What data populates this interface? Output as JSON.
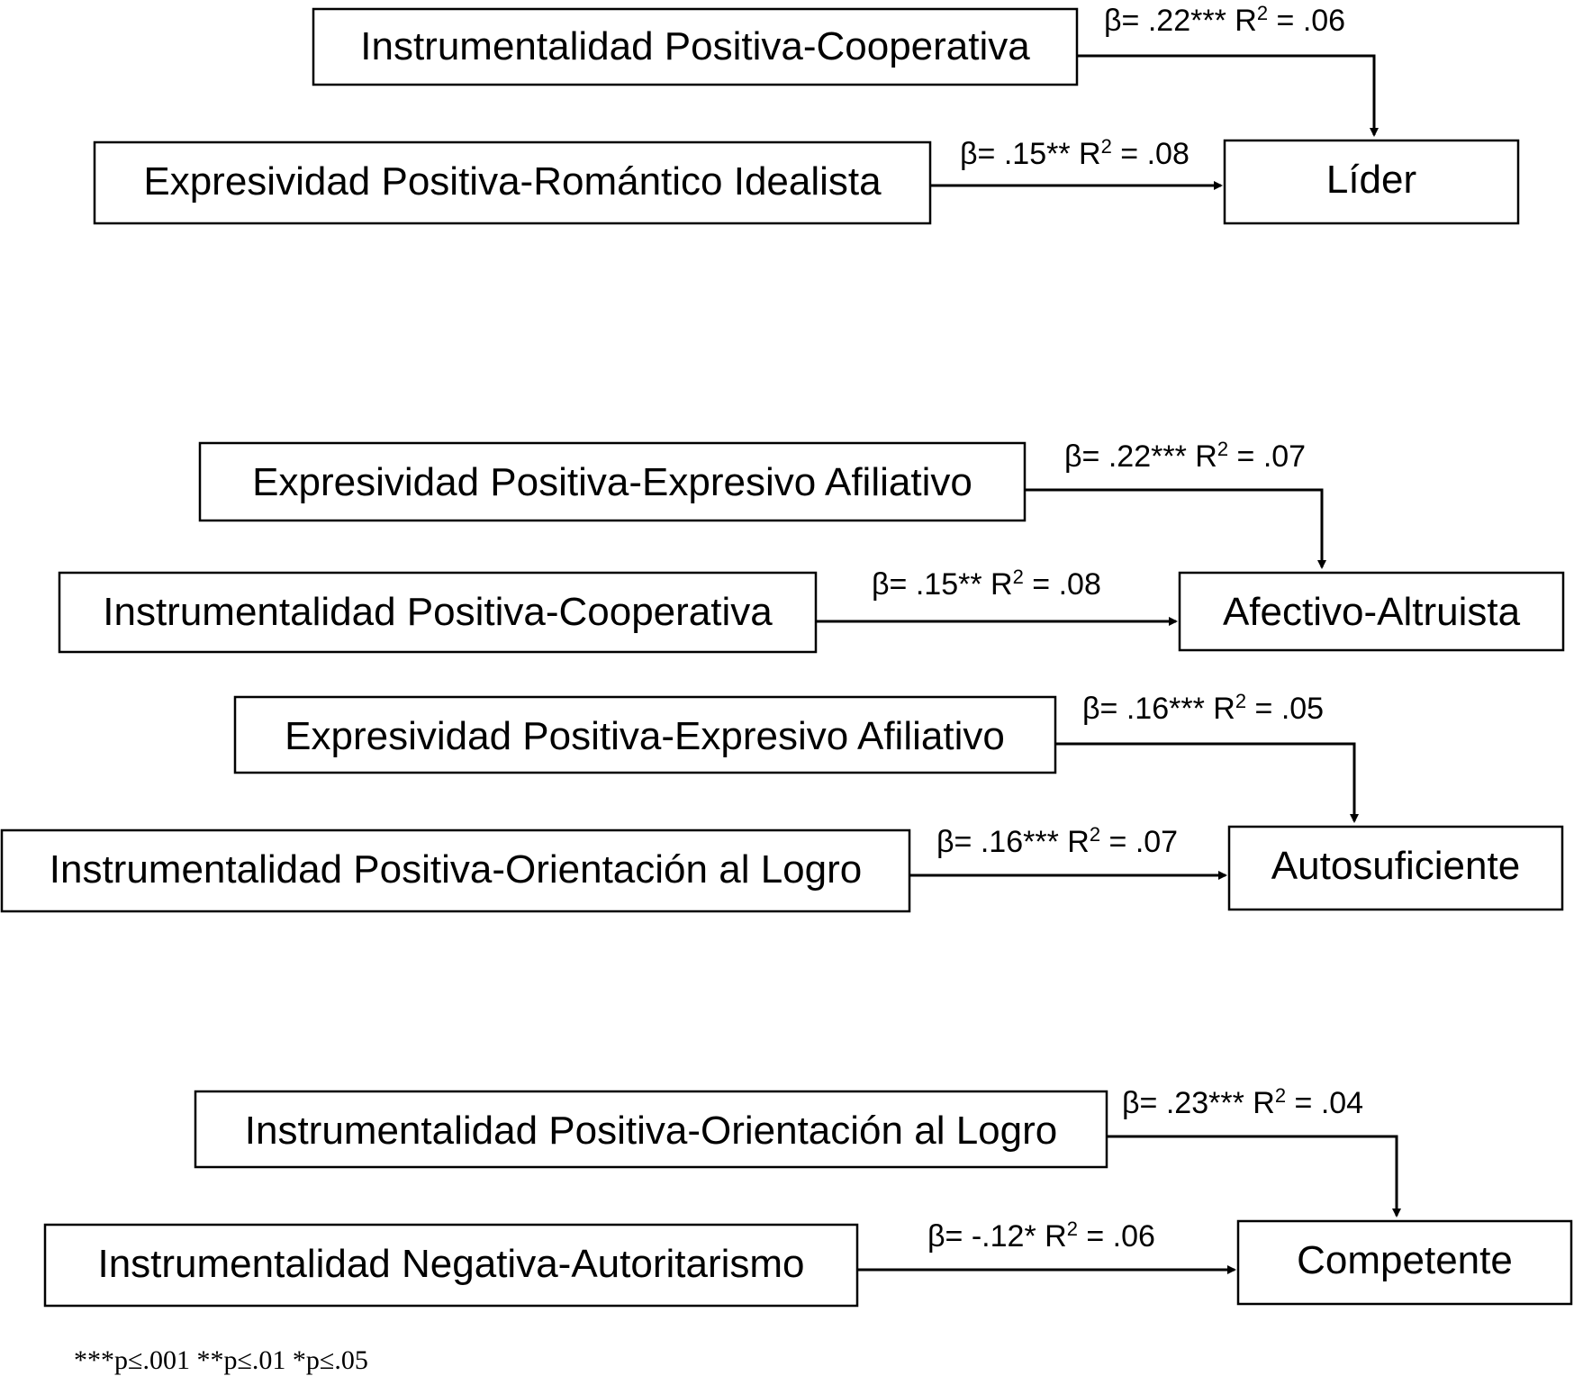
{
  "nodes": {
    "p1_instr_coop": "Instrumentalidad Positiva-Cooperativa",
    "p1_expr_rom": "Expresividad Positiva-Romántico Idealista",
    "lider": "Líder",
    "p2_expr_afil": "Expresividad Positiva-Expresivo Afiliativo",
    "p2_instr_coop": "Instrumentalidad Positiva-Cooperativa",
    "afectivo": "Afectivo-Altruista",
    "p3_expr_afil": "Expresividad Positiva-Expresivo Afiliativo",
    "p3_instr_logro": "Instrumentalidad Positiva-Orientación al Logro",
    "autosuficiente": "Autosuficiente",
    "p4_instr_logro": "Instrumentalidad Positiva-Orientación al Logro",
    "p4_instr_neg": "Instrumentalidad Negativa-Autoritarismo",
    "competente": "Competente"
  },
  "edges": [
    {
      "from": "p1_instr_coop",
      "to": "lider",
      "beta": ".22***",
      "r2": ".06"
    },
    {
      "from": "p1_expr_rom",
      "to": "lider",
      "beta": ".15**",
      "r2": ".08"
    },
    {
      "from": "p2_expr_afil",
      "to": "afectivo",
      "beta": ".22***",
      "r2": ".07"
    },
    {
      "from": "p2_instr_coop",
      "to": "afectivo",
      "beta": ".15**",
      "r2": ".08"
    },
    {
      "from": "p3_expr_afil",
      "to": "autosuficiente",
      "beta": ".16***",
      "r2": ".05"
    },
    {
      "from": "p3_instr_logro",
      "to": "autosuficiente",
      "beta": ".16***",
      "r2": ".07"
    },
    {
      "from": "p4_instr_logro",
      "to": "competente",
      "beta": ".23***",
      "r2": ".04"
    },
    {
      "from": "p4_instr_neg",
      "to": "competente",
      "beta": "-.12*",
      "r2": ".06"
    }
  ],
  "coef_symbols": {
    "beta_prefix": "β= ",
    "r_symbol": "R",
    "r_exponent": "2",
    "equals": " = "
  },
  "footnote": "***p≤.001 **p≤.01 *p≤.05"
}
